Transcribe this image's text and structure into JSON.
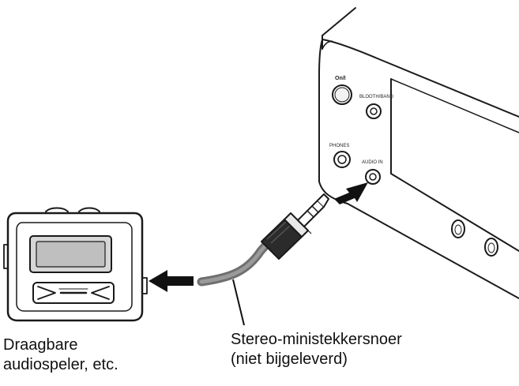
{
  "device_labels": {
    "power": "On/I",
    "jack_top_right": "BLOOTH/BAND",
    "jack_bottom_left": "PHONES",
    "jack_bottom_right": "AUDIO IN"
  },
  "labels": {
    "player_line1": "Draagbare",
    "player_line2": "audiospeler, etc.",
    "cable_line1": "Stereo-ministekkersnoer",
    "cable_line2": "(niet bijgeleverd)"
  }
}
